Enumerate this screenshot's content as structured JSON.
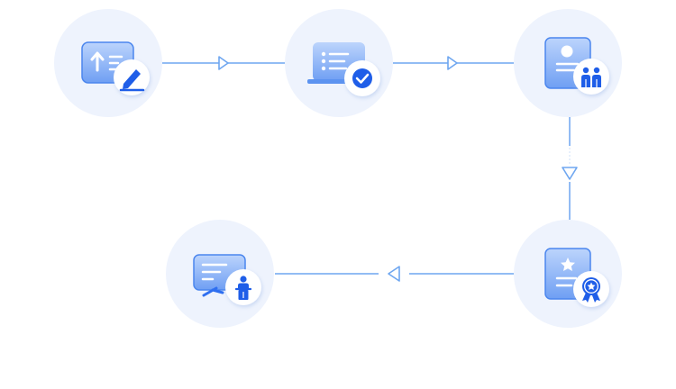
{
  "diagram": {
    "type": "process-flow",
    "colors": {
      "background": "#ffffff",
      "node_circle": "#eef3fd",
      "connector": "#6ea6f0",
      "icon_light": "#aac8fb",
      "icon_mid": "#6a9ff2",
      "icon_primary": "#1f5ee8",
      "icon_white": "#ffffff"
    },
    "steps": [
      {
        "id": "submit-application",
        "icon": "upload-document-edit-icon",
        "badge": "pencil-icon"
      },
      {
        "id": "review-list",
        "icon": "checklist-laptop-icon",
        "badge": "checkmark-icon"
      },
      {
        "id": "profile-verification",
        "icon": "id-card-icon",
        "badge": "people-icon"
      },
      {
        "id": "certification",
        "icon": "certificate-icon",
        "badge": "award-medal-icon"
      },
      {
        "id": "presentation",
        "icon": "presentation-board-icon",
        "badge": "speaker-podium-icon"
      }
    ],
    "connections": [
      {
        "from": "submit-application",
        "to": "review-list",
        "direction": "right"
      },
      {
        "from": "review-list",
        "to": "profile-verification",
        "direction": "right"
      },
      {
        "from": "profile-verification",
        "to": "certification",
        "direction": "down"
      },
      {
        "from": "certification",
        "to": "presentation",
        "direction": "left"
      }
    ]
  }
}
